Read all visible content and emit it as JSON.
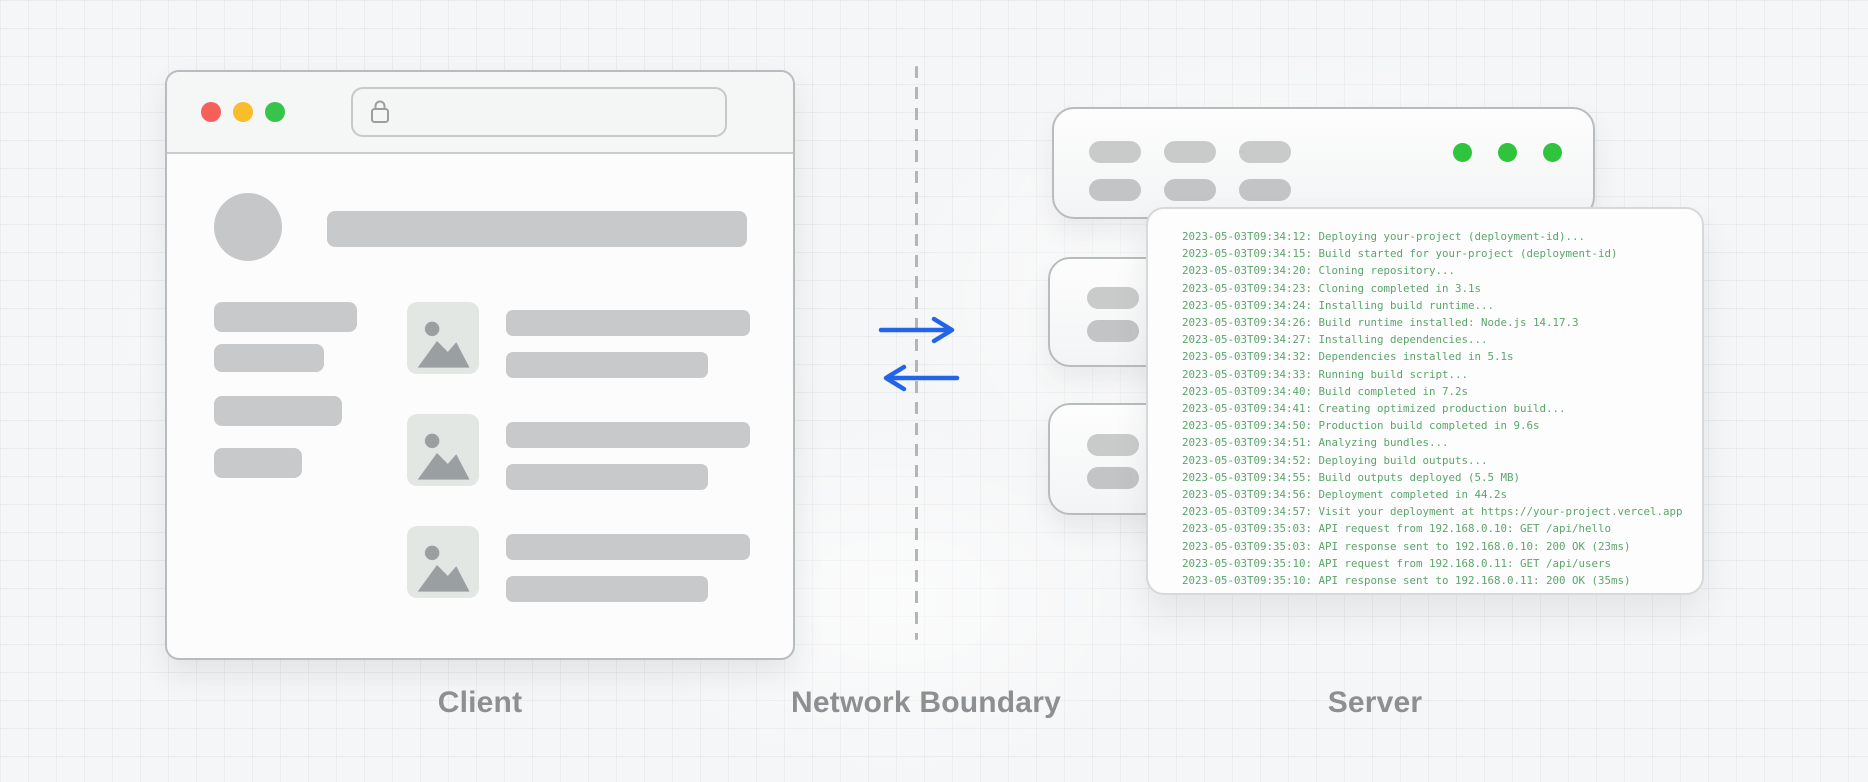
{
  "labels": {
    "client": "Client",
    "network_boundary": "Network Boundary",
    "server": "Server"
  },
  "client_window": {
    "traffic_lights": [
      "red",
      "yellow",
      "green"
    ],
    "url_bar": {
      "value": "",
      "icon": "lock-icon"
    }
  },
  "server": {
    "status_dots": 3,
    "status_color": "#2fc43c"
  },
  "log": {
    "lines": [
      "2023-05-03T09:34:12: Deploying your-project (deployment-id)...",
      "2023-05-03T09:34:15: Build started for your-project (deployment-id)",
      "2023-05-03T09:34:20: Cloning repository...",
      "2023-05-03T09:34:23: Cloning completed in 3.1s",
      "2023-05-03T09:34:24: Installing build runtime...",
      "2023-05-03T09:34:26: Build runtime installed: Node.js 14.17.3",
      "2023-05-03T09:34:27: Installing dependencies...",
      "2023-05-03T09:34:32: Dependencies installed in 5.1s",
      "2023-05-03T09:34:33: Running build script...",
      "2023-05-03T09:34:40: Build completed in 7.2s",
      "2023-05-03T09:34:41: Creating optimized production build...",
      "2023-05-03T09:34:50: Production build completed in 9.6s",
      "2023-05-03T09:34:51: Analyzing bundles...",
      "2023-05-03T09:34:52: Deploying build outputs...",
      "2023-05-03T09:34:55: Build outputs deployed (5.5 MB)",
      "2023-05-03T09:34:56: Deployment completed in 44.2s",
      "2023-05-03T09:34:57: Visit your deployment at https://your-project.vercel.app",
      "2023-05-03T09:35:03: API request from 192.168.0.10: GET /api/hello",
      "2023-05-03T09:35:03: API response sent to 192.168.0.10: 200 OK (23ms)",
      "2023-05-03T09:35:10: API request from 192.168.0.11: GET /api/users",
      "2023-05-03T09:35:10: API response sent to 192.168.0.11: 200 OK (35ms)"
    ]
  },
  "colors": {
    "arrow_blue": "#2364e8",
    "log_green": "#5ba56b",
    "status_green": "#2fc43c",
    "traffic_red": "#f6605a",
    "traffic_yellow": "#f9bd2b",
    "traffic_green": "#37c44a"
  }
}
